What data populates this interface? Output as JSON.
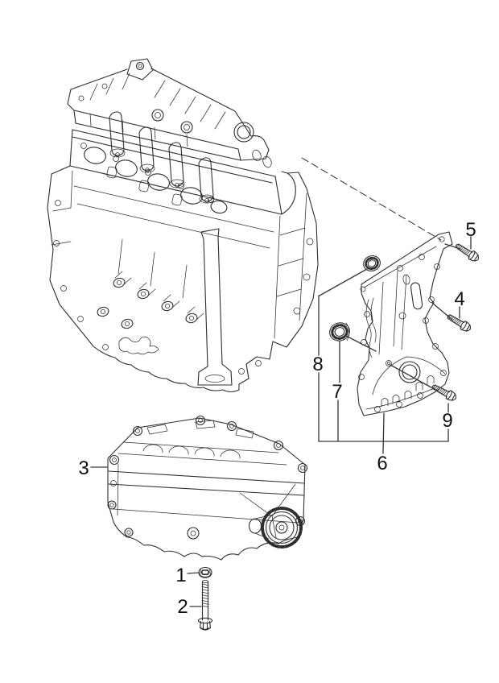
{
  "figure": {
    "background": "#ffffff",
    "line_color": "#2e2e2e",
    "label_color": "#111111"
  },
  "callouts": [
    {
      "label": "1"
    },
    {
      "label": "2"
    },
    {
      "label": "3"
    },
    {
      "label": "4"
    },
    {
      "label": "5"
    },
    {
      "label": "6"
    },
    {
      "label": "7"
    },
    {
      "label": "8"
    },
    {
      "label": "9"
    }
  ]
}
